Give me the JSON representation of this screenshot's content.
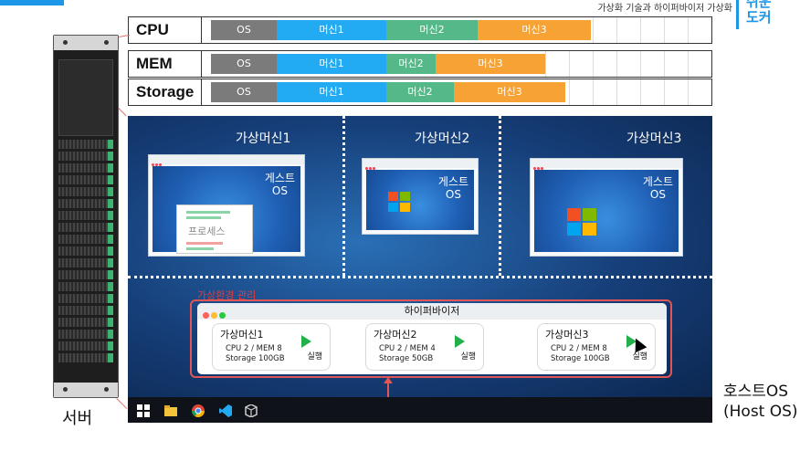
{
  "header": {
    "title": "가상화 기술과 하이퍼바이저 가상화",
    "brand_line1": "쉬운",
    "brand_line2": "도커"
  },
  "resources": [
    {
      "label": "CPU",
      "segments": [
        "OS",
        "머신1",
        "머신2",
        "머신3"
      ]
    },
    {
      "label": "MEM",
      "segments": [
        "OS",
        "머신1",
        "머신2",
        "머신3"
      ]
    },
    {
      "label": "Storage",
      "segments": [
        "OS",
        "머신1",
        "머신2",
        "머신3"
      ]
    }
  ],
  "vms": [
    {
      "title": "가상머신1",
      "guest": "게스트\nOS",
      "process": "프로세스"
    },
    {
      "title": "가상머신2",
      "guest": "게스트\nOS"
    },
    {
      "title": "가상머신3",
      "guest": "게스트\nOS"
    }
  ],
  "management": {
    "label": "가상환경 관리",
    "hypervisor_title": "하이퍼바이저",
    "cards": [
      {
        "name": "가상머신1",
        "spec1": "CPU 2 / MEM 8",
        "spec2": "Storage 100GB",
        "run": "실행"
      },
      {
        "name": "가상머신2",
        "spec1": "CPU 2 / MEM 4",
        "spec2": "Storage 50GB",
        "run": "실행"
      },
      {
        "name": "가상머신3",
        "spec1": "CPU 2 / MEM 8",
        "spec2": "Storage 100GB",
        "run": "실행"
      }
    ]
  },
  "labels": {
    "server": "서버",
    "host_os_line1": "호스트OS",
    "host_os_line2": "(Host OS)"
  },
  "colors": {
    "os": "#7b7b7b",
    "machine1": "#22aaf2",
    "machine2": "#55b888",
    "machine3": "#f6a235",
    "accent": "#1e96e8",
    "management": "#e05555"
  },
  "taskbar_icons": [
    "windows-icon",
    "folder-icon",
    "chrome-icon",
    "vscode-icon",
    "virtualbox-icon"
  ]
}
